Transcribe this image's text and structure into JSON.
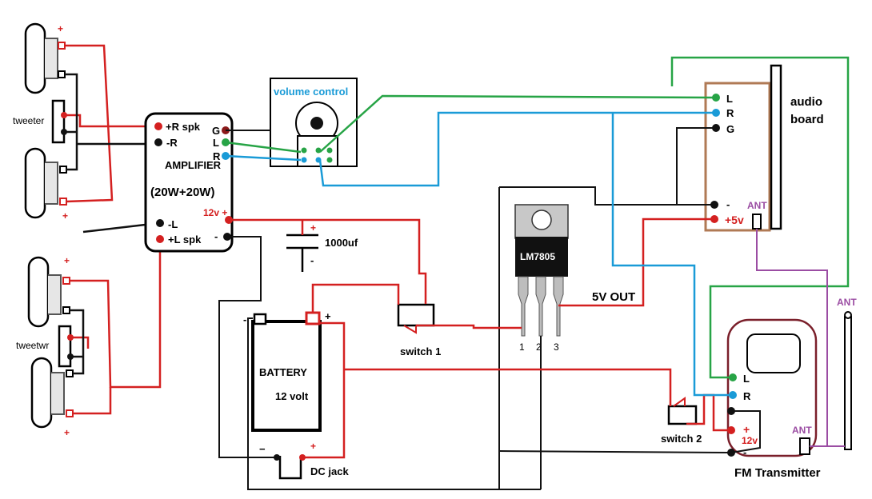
{
  "colors": {
    "red_wire": "#d42020",
    "black_wire": "#111111",
    "green_wire": "#27a446",
    "blue_wire": "#1a9bd7",
    "purple_wire": "#9b4da3",
    "board_border": "#b07a55",
    "fm_border": "#7a1f2a"
  },
  "labels": {
    "volume_control": "volume control",
    "amplifier": "AMPLIFIER",
    "amp_power": "(20W+20W)",
    "amp_r_spk_pos": "+R spk",
    "amp_r_neg": "-R",
    "amp_l_neg": "-L",
    "amp_l_spk_pos": "+L spk",
    "amp_g": "G",
    "amp_l": "L",
    "amp_r": "R",
    "amp_12v": "12v +",
    "amp_minus": "-",
    "tweeter_top": "tweeter",
    "tweeter_bottom": "tweetwr",
    "plus": "+",
    "capacitor_plus": "+",
    "capacitor_minus": "-",
    "capacitor": "1000uf",
    "battery_title": "BATTERY",
    "battery_volt": "12 volt",
    "battery_neg": "-",
    "battery_pos": "+",
    "dc_jack": "DC jack",
    "dc_neg": "−",
    "dc_pos": "+",
    "switch1": "switch  1",
    "switch2": "switch 2",
    "regulator": "LM7805",
    "pin1": "1",
    "pin2": "2",
    "pin3": "3",
    "five_v_out": "5V OUT",
    "audio_l": "L",
    "audio_r": "R",
    "audio_g": "G",
    "audio_minus": "-",
    "audio_plus5v": "+5v",
    "audio_ant": "ANT",
    "audio_board_1": "audio",
    "audio_board_2": "board",
    "fm_l": "L",
    "fm_r": "R",
    "fm_plus": "+",
    "fm_12v": "12v",
    "fm_minus": "-",
    "fm_ant": "ANT",
    "fm_transmitter": "FM Transmitter",
    "antenna_ant": "ANT"
  }
}
